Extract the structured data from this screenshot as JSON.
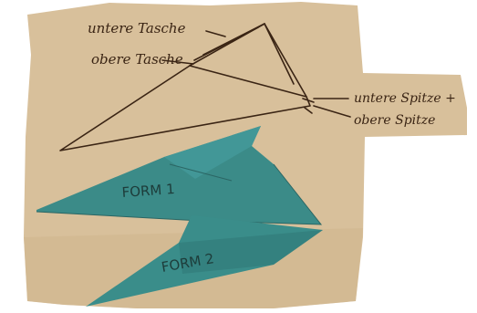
{
  "annotations": {
    "lower_pocket": "untere Tasche",
    "upper_pocket": "obere Tasche",
    "lower_tip": "untere Spitze +",
    "upper_tip": "obere Spitze"
  },
  "pieces": {
    "form1": "FORM 1",
    "form2": "FORM 2"
  },
  "colors": {
    "paper": "#d8c09b",
    "ink": "#3a2414",
    "paper_teal": "#3b8b88",
    "paper_teal_shadow": "#2f7370"
  }
}
